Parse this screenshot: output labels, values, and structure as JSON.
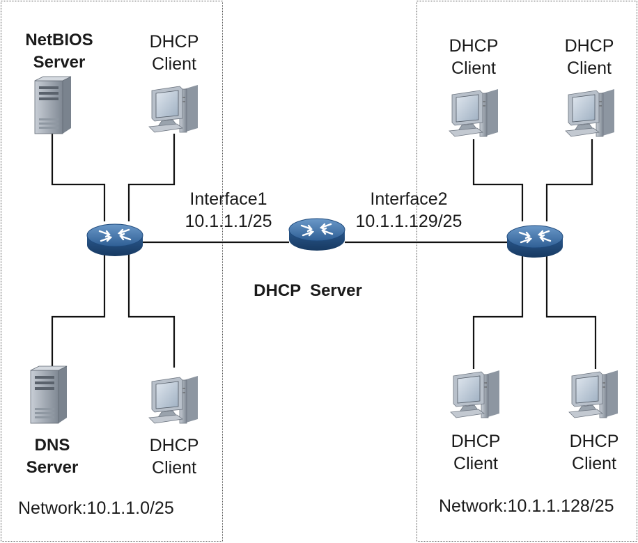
{
  "diagram": {
    "left_network": {
      "network_label": "Network:10.1.1.0/25",
      "netbios_server": {
        "line1": "NetBIOS",
        "line2": "Server"
      },
      "dns_server": {
        "line1": "DNS",
        "line2": "Server"
      },
      "client_top": {
        "line1": "DHCP",
        "line2": "Client"
      },
      "client_bottom": {
        "line1": "DHCP",
        "line2": "Client"
      }
    },
    "center": {
      "server_label": "DHCP  Server",
      "interface1": {
        "name": "Interface1",
        "ip": "10.1.1.1/25"
      },
      "interface2": {
        "name": "Interface2",
        "ip": "10.1.1.129/25"
      }
    },
    "right_network": {
      "network_label": "Network:10.1.1.128/25",
      "client_top_left": {
        "line1": "DHCP",
        "line2": "Client"
      },
      "client_top_right": {
        "line1": "DHCP",
        "line2": "Client"
      },
      "client_bottom_left": {
        "line1": "DHCP",
        "line2": "Client"
      },
      "client_bottom_right": {
        "line1": "DHCP",
        "line2": "Client"
      }
    },
    "colors": {
      "line": "#111111",
      "router_top": "#3d6fa6",
      "router_side": "#1f4a7c",
      "device_gray": "#9aa3ad",
      "border_dash": "#555555"
    }
  }
}
